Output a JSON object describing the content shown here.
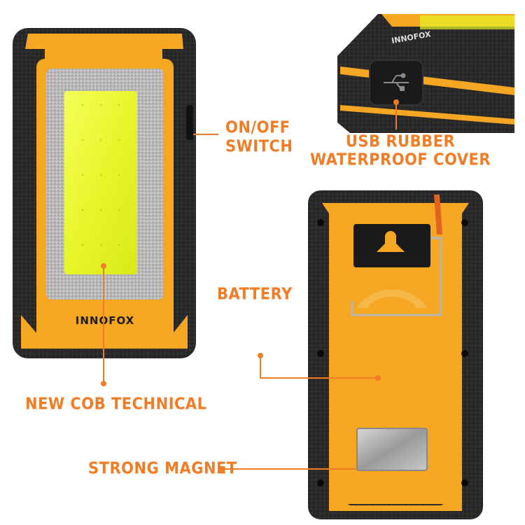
{
  "brand": "INNOFOX",
  "colors": {
    "orange": "#f5a623",
    "label_orange": "#f07d25",
    "black": "#1c1c1c",
    "led": "#e8f52a"
  },
  "callouts": {
    "on_off": [
      "ON/OFF",
      "SWITCH"
    ],
    "usb": [
      "USB RUBBER",
      "WATERPROOF COVER"
    ],
    "battery": "BATTERY",
    "cob": "NEW COB TECHNICAL",
    "magnet": "STRONG MAGNET"
  }
}
